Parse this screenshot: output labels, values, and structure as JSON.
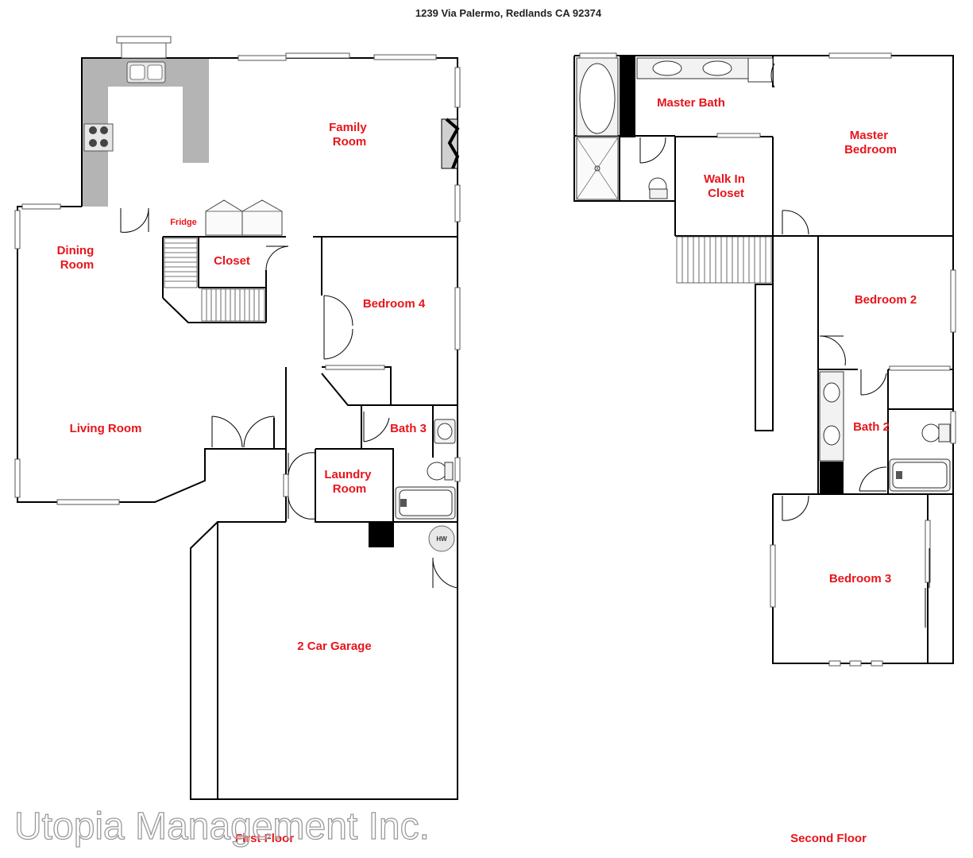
{
  "title": "1239 Via Palermo, Redlands CA 92374",
  "first_floor": {
    "label": "First Floor",
    "rooms": {
      "family_room": [
        "Family",
        "Room"
      ],
      "dining_room": [
        "Dining",
        "Room"
      ],
      "fridge": "Fridge",
      "closet": "Closet",
      "bedroom_4": "Bedroom 4",
      "living_room": "Living Room",
      "bath_3": "Bath 3",
      "laundry_room": [
        "Laundry",
        "Room"
      ],
      "garage": "2 Car Garage",
      "water_heater": "HW"
    }
  },
  "second_floor": {
    "label": "Second Floor",
    "rooms": {
      "master_bath": "Master Bath",
      "master_bedroom": [
        "Master",
        "Bedroom"
      ],
      "walk_in_closet": [
        "Walk In",
        "Closet"
      ],
      "bedroom_2": "Bedroom 2",
      "bath_2": "Bath 2",
      "bedroom_3": "Bedroom 3"
    }
  },
  "watermark": "Utopia Management Inc.",
  "colors": {
    "label": "#e8141b",
    "wall": "#000000",
    "counter": "#b4b4b4"
  }
}
